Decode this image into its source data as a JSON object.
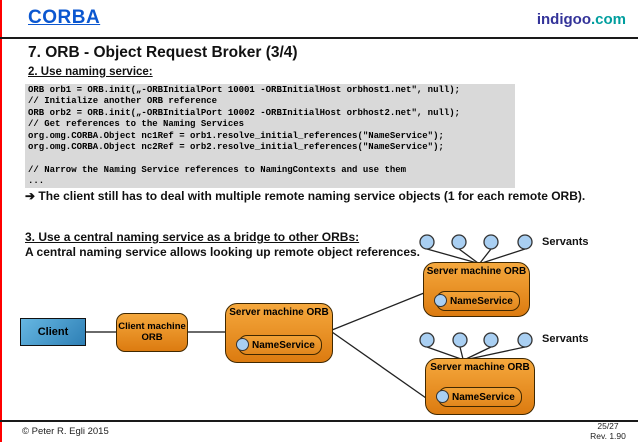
{
  "header": {
    "brand": "CORBA",
    "site_name": "indigoo",
    "site_tld": ".com"
  },
  "title": "7. ORB - Object Request Broker (3/4)",
  "section2": {
    "heading": "2. Use naming service:",
    "code_lines": [
      "ORB orb1 = ORB.init(„-ORBInitialPort 10001 -ORBInitialHost orbhost1.net\", null);",
      "// Initialize another ORB reference",
      "ORB orb2 = ORB.init(„-ORBInitialPort 10002 -ORBInitialHost orbhost2.net\", null);",
      "// Get references to the Naming Services",
      "org.omg.CORBA.Object nc1Ref = orb1.resolve_initial_references(\"NameService\");",
      "org.omg.CORBA.Object nc2Ref = orb2.resolve_initial_references(\"NameService\");",
      "",
      "// Narrow the Naming Service references to NamingContexts and use them",
      "..."
    ],
    "note_arrow": "➔",
    "note_text": "The client still has to deal with multiple remote naming service objects (1 for each remote ORB)."
  },
  "section3": {
    "heading": "3. Use a central naming service as a bridge to other ORBs:",
    "body": "A central naming service allows looking up remote object references."
  },
  "diagram": {
    "client_label": "Client",
    "client_orb_label": "Client machine ORB",
    "server_orb_label": "Server machine ORB",
    "nameservice_label": "NameService",
    "servants_label_top": "Servants",
    "servants_label_bottom": "Servants"
  },
  "footer": {
    "copyright": "© Peter R. Egli 2015",
    "page": "25/27",
    "revision": "Rev. 1.90"
  },
  "colors": {
    "brand_blue": "#0b57d0",
    "site_name_blue": "#333399",
    "site_tld_teal": "#009e9e",
    "left_edge_red": "#ff0000",
    "code_background": "#d9d9d9",
    "orb_orange_top": "#f5a83d",
    "orb_orange_bottom": "#dc7b10",
    "client_blue": "#2e7fb5",
    "servant_circle_blue": "#a9cff2"
  }
}
